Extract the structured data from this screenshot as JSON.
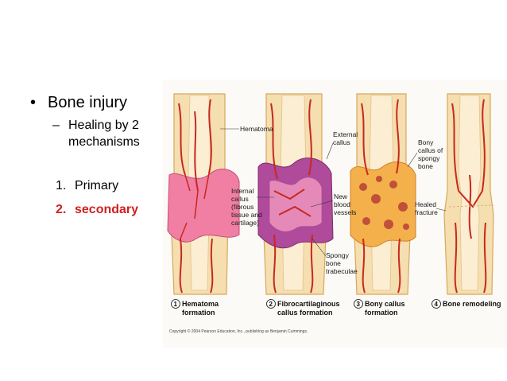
{
  "bullets": {
    "main": "Bone injury",
    "sub": "Healing by 2 mechanisms",
    "items": [
      {
        "num": "1.",
        "text": "Primary"
      },
      {
        "num": "2.",
        "text": "secondary"
      }
    ]
  },
  "figure": {
    "labels": {
      "hematoma": "Hematoma",
      "internal_callus": [
        "Internal",
        "callus",
        "(fibrous",
        "tissue and",
        "cartilage)"
      ],
      "external_callus": [
        "External",
        "callus"
      ],
      "new_blood_vessels": [
        "New",
        "blood",
        "vessels"
      ],
      "spongy_bone": [
        "Spongy",
        "bone",
        "trabeculae"
      ],
      "bony_callus": [
        "Bony",
        "callus of",
        "spongy",
        "bone"
      ],
      "healed_fracture": [
        "Healed",
        "fracture"
      ]
    },
    "stages": [
      {
        "num": "1",
        "lines": [
          "Hematoma",
          "formation"
        ]
      },
      {
        "num": "2",
        "lines": [
          "Fibrocartilaginous",
          "callus formation"
        ]
      },
      {
        "num": "3",
        "lines": [
          "Bony callus",
          "formation"
        ]
      },
      {
        "num": "4",
        "lines": [
          "Bone remodeling"
        ]
      }
    ],
    "copyright": "Copyright © 2004 Pearson Education, Inc., publishing as Benjamin Cummings."
  },
  "colors": {
    "accent_red": "#d21f1f",
    "bone": "#f5deb0",
    "vessel": "#c8281e",
    "hematoma": "#f07fa3",
    "callus": "#b04a9a"
  }
}
